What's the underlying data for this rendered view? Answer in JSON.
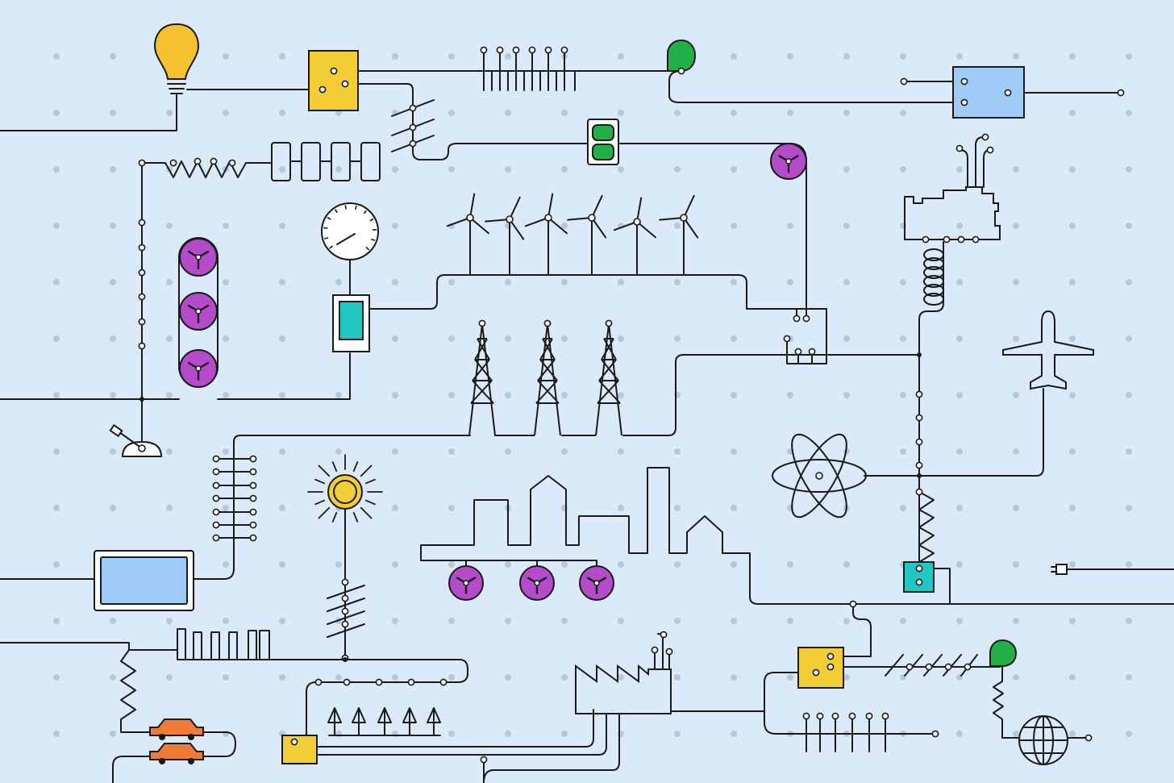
{
  "colors": {
    "background": "#dbeafb",
    "grid_dot": "#b9c8d8",
    "stroke": "#1a1a1a",
    "yellow": "#f2cd36",
    "bulb_yellow": "#f6c12f",
    "blue_screen": "#9fcbf7",
    "teal": "#22c7c4",
    "green": "#22b04b",
    "purple": "#b44bc8",
    "orange": "#f07b36",
    "white": "#ffffff"
  },
  "icons": {
    "light_bulb": "light-bulb-icon",
    "wind_turbine": "wind-turbine-icon",
    "transmission_tower": "transmission-tower-icon",
    "sun": "sun-icon",
    "atom": "atom-icon",
    "airplane": "airplane-icon",
    "globe": "globe-icon",
    "factory": "factory-icon",
    "car": "car-icon",
    "gauge": "pressure-gauge-icon",
    "engine": "engine-icon",
    "plug": "plug-icon",
    "fan": "fan-icon",
    "traffic_light": "traffic-light-icon",
    "monitor": "monitor-icon",
    "lever": "lever-switch-icon",
    "city": "city-skyline-icon"
  },
  "counts": {
    "wind_turbines": 6,
    "transmission_towers": 3,
    "cars": 2,
    "purple_fans": 7
  }
}
